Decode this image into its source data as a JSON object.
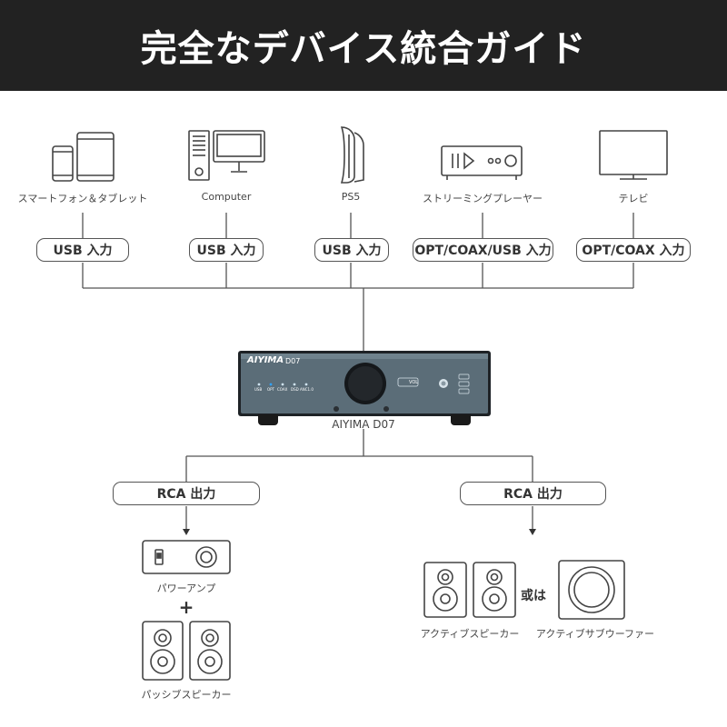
{
  "title": "完全なデバイス統合ガイド",
  "sources": [
    {
      "label": "スマートフォン＆タブレット",
      "input": "USB 入力",
      "icon": "phone-tablet-icon"
    },
    {
      "label": "Computer",
      "input": "USB 入力",
      "icon": "computer-icon"
    },
    {
      "label": "PS5",
      "input": "USB 入力",
      "icon": "ps5-icon"
    },
    {
      "label": "ストリーミングプレーヤー",
      "input": "OPT/COAX/USB 入力",
      "icon": "streaming-player-icon"
    },
    {
      "label": "テレビ",
      "input": "OPT/COAX 入力",
      "icon": "tv-icon"
    }
  ],
  "device": {
    "name": "AIYIMA D07",
    "brand": "AIYIMA",
    "model": "D07",
    "indicators": [
      "USB",
      "OPT",
      "COAX",
      "DSD",
      "ANC1.0"
    ],
    "button_label": "VOL"
  },
  "outputs": [
    {
      "label": "RCA 出力"
    },
    {
      "label": "RCA 出力"
    }
  ],
  "left_chain": {
    "amp": "パワーアンプ",
    "plus": "+",
    "speakers": "パッシブスピーカー"
  },
  "right_chain": {
    "speakers": "アクティブスピーカー",
    "or": "或は",
    "subwoofer": "アクティブサブウーファー"
  },
  "colors": {
    "header": "#222222",
    "device": "#5b6d78",
    "line": "#555555"
  }
}
